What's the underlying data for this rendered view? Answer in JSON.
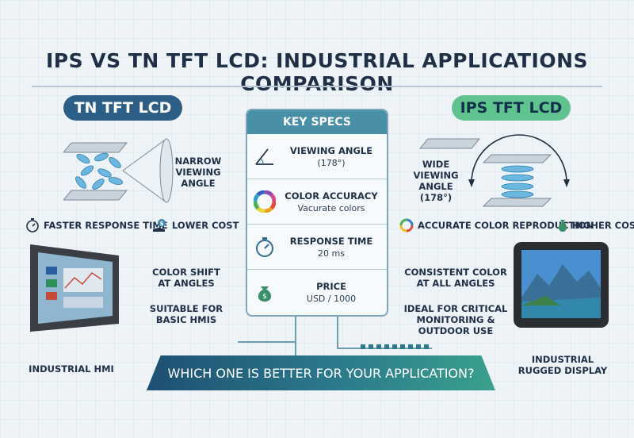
{
  "title": "IPS VS TN TFT LCD: INDUSTRIAL APPLICATIONS COMPARISON",
  "tn": {
    "label": "TN TFT LCD",
    "viewing": [
      "NARROW",
      "VIEWING",
      "ANGLE"
    ],
    "feature1": "FASTER RESPONSE TIME",
    "feature2": "LOWER COST",
    "note1": [
      "COLOR SHIFT",
      "AT ANGLES"
    ],
    "note2": [
      "SUITABLE FOR",
      "BASIC HMIS"
    ],
    "device_caption": "INDUSTRIAL HMI"
  },
  "ips": {
    "label": "IPS TFT LCD",
    "viewing": [
      "WIDE",
      "VIEWING",
      "ANGLE",
      "(178°)"
    ],
    "feature1": "ACCURATE COLOR REPRODUCTION",
    "feature2": "HIGHER COST",
    "note1": [
      "CONSISTENT COLOR",
      "AT ALL ANGLES"
    ],
    "note2": [
      "IDEAL FOR CRITICAL",
      "MONITORING &",
      "OUTDOOR USE"
    ],
    "device_caption": [
      "INDUSTRIAL",
      "RUGGED DISPLAY"
    ]
  },
  "specs": {
    "header": "KEY SPECS",
    "items": [
      {
        "label": "VIEWING ANGLE",
        "value": "(178°)",
        "icon": "angle-icon"
      },
      {
        "label": "COLOR ACCURACY",
        "value": "Vacurate colors",
        "icon": "color-wheel-icon"
      },
      {
        "label": "RESPONSE TIME",
        "value": "20 ms",
        "icon": "stopwatch-icon"
      },
      {
        "label": "PRICE",
        "value": "USD / 1000",
        "icon": "money-bag-icon"
      }
    ]
  },
  "banner": "WHICH ONE IS BETTER FOR YOUR APPLICATION?",
  "colors": {
    "tn": "#2d5e86",
    "ips": "#5fc28f",
    "accent": "#4a8fa8"
  }
}
